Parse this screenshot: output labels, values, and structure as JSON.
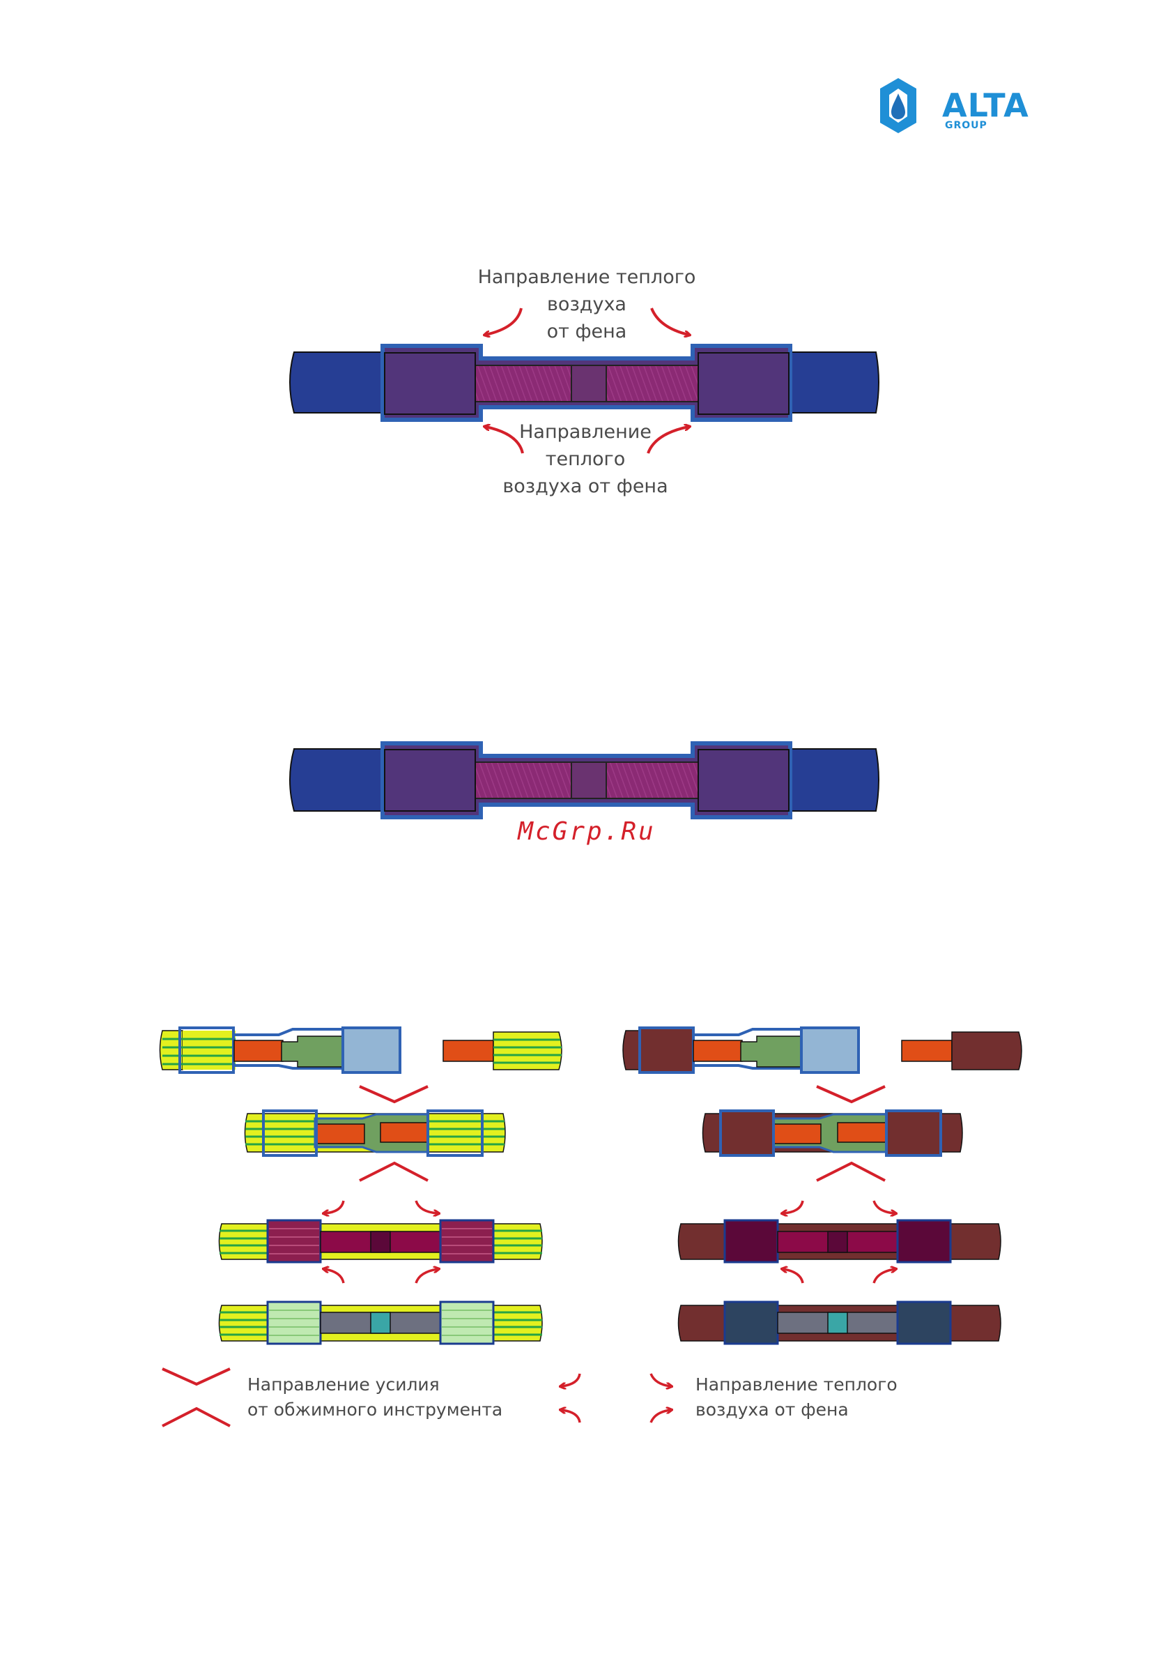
{
  "logo": {
    "brand": "ALTA",
    "sub": "GROUP",
    "color": "#1f8fd6"
  },
  "diagram1": {
    "top_label": [
      "Направление теплого",
      "воздуха",
      "от фена"
    ],
    "bottom_label": [
      "Направление",
      "теплого",
      "воздуха от фена"
    ]
  },
  "watermark": "McGrp.Ru",
  "legend": {
    "crimp": [
      "Направление усилия",
      "от обжимного инструмента"
    ],
    "air": [
      "Направление теплого",
      "воздуха от фена"
    ]
  },
  "colors": {
    "cable_blue": "#263e94",
    "sleeve_purple": "#52357a",
    "tube_magenta": "#8b2a74",
    "outline_blue": "#2f62b4",
    "arrow_red": "#d4202a",
    "wire_yellow": "#e3f01f",
    "wire_green": "#26a345",
    "copper_orange": "#e04e17",
    "sleeve_green": "#70a060",
    "sleeve_lightblue": "#93b5d4",
    "cable_brown": "#722f2f",
    "sleeve_dark": "#5b0839",
    "tube_crimson": "#8c0a48",
    "tube_gray": "#6d7080",
    "tube_teal": "#3aa6a6",
    "sleeve_navy": "#2d4460",
    "sleeve_pale_green": "#bfe9b1",
    "frame_navy": "#1a3b8f"
  }
}
